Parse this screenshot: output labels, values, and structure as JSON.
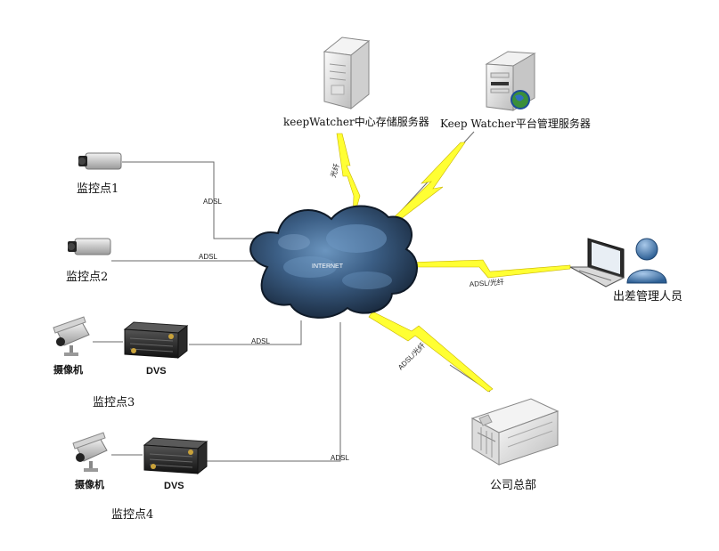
{
  "servers": {
    "storage_label": "keepWatcher中心存储服务器",
    "platform_label": "Keep Watcher平台管理服务器"
  },
  "cloud": {
    "label": "INTERNET"
  },
  "sites": {
    "site1": "监控点1",
    "site2": "监控点2",
    "site3": "监控点3",
    "site4": "监控点4"
  },
  "devices": {
    "camera_label": "摄像机",
    "dvs_label": "DVS"
  },
  "links": {
    "adsl": "ADSL",
    "fiber": "光纤",
    "adsl_fiber": "ADSL/光纤"
  },
  "remote": {
    "traveler_label": "出差管理人员",
    "hq_label": "公司总部"
  },
  "colors": {
    "bolt": "#ffff33",
    "cloud_dark": "#1b2d44",
    "cloud_light": "#5b86b0",
    "line": "#666666"
  }
}
